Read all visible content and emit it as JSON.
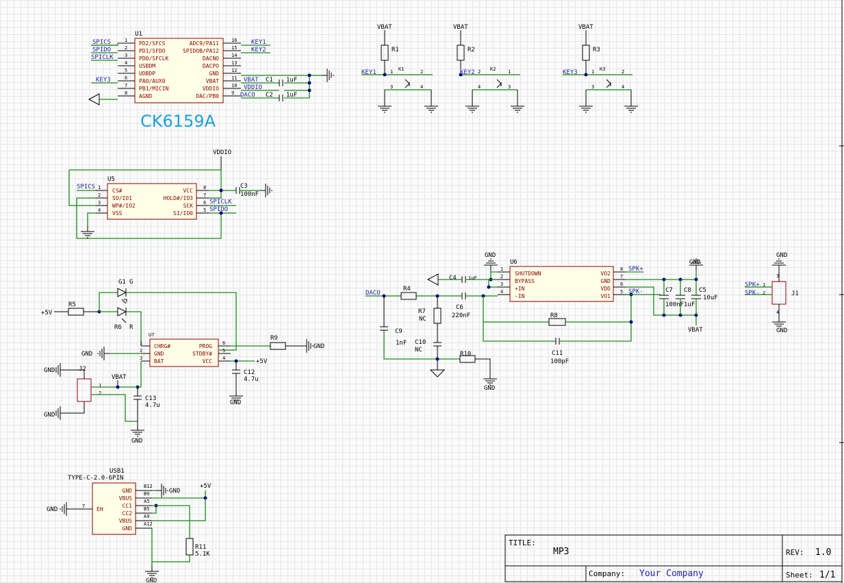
{
  "u1": {
    "ref": "U1",
    "part_label": "CK6159A",
    "left_pins": [
      {
        "num": "1",
        "name": "PD2/SFCS"
      },
      {
        "num": "2",
        "name": "PD1/SFDO"
      },
      {
        "num": "3",
        "name": "PD0/SFCLK"
      },
      {
        "num": "4",
        "name": "USBDM"
      },
      {
        "num": "5",
        "name": "UDBDP"
      },
      {
        "num": "6",
        "name": "PA0/AUX0"
      },
      {
        "num": "7",
        "name": "PB1/MICIN"
      },
      {
        "num": "8",
        "name": "AGND"
      }
    ],
    "right_pins": [
      {
        "num": "16",
        "name": "ADC9/PA11"
      },
      {
        "num": "15",
        "name": "SPIDOB/PA12"
      },
      {
        "num": "14",
        "name": "DACNO"
      },
      {
        "num": "13",
        "name": "DACPO"
      },
      {
        "num": "12",
        "name": "GND"
      },
      {
        "num": "11",
        "name": "VBAT"
      },
      {
        "num": "10",
        "name": "VDDIO"
      },
      {
        "num": "9",
        "name": "DAC/PB0"
      }
    ],
    "left_nets": [
      "SPICS",
      "SPIDO",
      "SPICLK",
      "KEY3"
    ],
    "right_nets": [
      "KEY1",
      "KEY2",
      "VBAT",
      "VDDIO",
      "DACO"
    ],
    "c1": {
      "ref": "C1",
      "value": "1uF"
    },
    "c2": {
      "ref": "C2",
      "value": "1uF"
    }
  },
  "keys": [
    {
      "net": "VBAT",
      "res": "R1",
      "sw": "K1",
      "key": "KEY1",
      "p1": "1",
      "p2": "2",
      "p3": "3",
      "p4": "4"
    },
    {
      "net": "VBAT",
      "res": "R2",
      "sw": "K2",
      "key": "KEY2",
      "p1": "2",
      "p2": "1",
      "p3": "4",
      "p4": "3"
    },
    {
      "net": "VBAT",
      "res": "R3",
      "sw": "K3",
      "key": "KEY3",
      "p1": "1",
      "p2": "2",
      "p3": "3",
      "p4": "4"
    }
  ],
  "u5": {
    "ref": "U5",
    "vddio": "VDDIO",
    "left_pins": [
      {
        "num": "1",
        "name": "CS#"
      },
      {
        "num": "2",
        "name": "SO/IO1"
      },
      {
        "num": "3",
        "name": "WP#/IO2"
      },
      {
        "num": "4",
        "name": "VSS"
      }
    ],
    "right_pins": [
      {
        "num": "8",
        "name": "VCC"
      },
      {
        "num": "7",
        "name": "HOLD#/IO3"
      },
      {
        "num": "6",
        "name": "SCK"
      },
      {
        "num": "5",
        "name": "SI/IO0"
      }
    ],
    "nets": {
      "cs": "SPICS",
      "clk": "SPICLK",
      "do": "SPIDO"
    },
    "c3": {
      "ref": "C3",
      "value": "100nF"
    }
  },
  "charger": {
    "g1": "G1",
    "g": "G",
    "r6": "R6",
    "r": "R",
    "r5": "R5",
    "p5v": "+5V",
    "u7": "U7",
    "left_pins": [
      {
        "num": "1",
        "name": "CHRG#"
      },
      {
        "num": "2",
        "name": "GND"
      },
      {
        "num": "3",
        "name": "BAT"
      }
    ],
    "right_pins": [
      {
        "num": "6",
        "name": "PROG"
      },
      {
        "num": "5",
        "name": "STDBY#"
      },
      {
        "num": "4",
        "name": "VCC"
      }
    ],
    "r9": "R9",
    "gnd": "GND",
    "c12": {
      "ref": "C12",
      "value": "4.7u"
    },
    "c13": {
      "ref": "C13",
      "value": "4.7u"
    },
    "j2": "J2",
    "vbat": "VBAT",
    "p5v_right": "+5V"
  },
  "amp": {
    "u6": "U6",
    "left_pins": [
      {
        "num": "1",
        "name": "SHUTDOWN"
      },
      {
        "num": "2",
        "name": "BYPASS"
      },
      {
        "num": "3",
        "name": "+IN"
      },
      {
        "num": "4",
        "name": "-IN"
      }
    ],
    "right_pins": [
      {
        "num": "8",
        "name": "VO2"
      },
      {
        "num": "7",
        "name": "GND"
      },
      {
        "num": "6",
        "name": "VDD"
      },
      {
        "num": "5",
        "name": "VO1"
      }
    ],
    "daco": "DACO",
    "r4": "R4",
    "r7": {
      "ref": "R7",
      "value": "NC"
    },
    "c4": {
      "ref": "C4",
      "value": "1uF"
    },
    "c6": {
      "ref": "C6",
      "value": "220nF"
    },
    "c9": {
      "ref": "C9",
      "value": "1nF"
    },
    "c10": {
      "ref": "C10",
      "value": "NC"
    },
    "r10": "R10",
    "r8": "R8",
    "c11": {
      "ref": "C11",
      "value": "100pF"
    },
    "c7": {
      "ref": "C7",
      "value": "100nF"
    },
    "c8": {
      "ref": "C8",
      "value": "1uF"
    },
    "c5": {
      "ref": "C5",
      "value": "10uF"
    },
    "spk_p": "SPK+",
    "spk_n": "SPK-",
    "vbat": "VBAT",
    "gnd": "GND"
  },
  "j1": {
    "ref": "J1",
    "spk_p": "SPK+",
    "spk_n": "SPK-",
    "pin1": "1",
    "pin2": "2",
    "pin3": "3",
    "pin4": "4",
    "gnd": "GND"
  },
  "usb": {
    "ref": "USB1",
    "part": "TYPE-C-2.0-6PIN",
    "pins": [
      {
        "num": "B12",
        "name": "GND"
      },
      {
        "num": "B9",
        "name": "VBUS"
      },
      {
        "num": "A5",
        "name": "CC1"
      },
      {
        "num": "B5",
        "name": "CC2"
      },
      {
        "num": "A9",
        "name": "VBUS"
      },
      {
        "num": "A12",
        "name": "GND"
      }
    ],
    "eh": "EH",
    "eh_num": "7",
    "gnd": "GND",
    "p5v": "+5V",
    "r11": {
      "ref": "R11",
      "value": "5.1K"
    }
  },
  "title_block": {
    "title_label": "TITLE:",
    "title": "MP3",
    "rev_label": "REV:",
    "rev": "1.0",
    "company_label": "Company:",
    "company": "Your Company",
    "sheet_label": "Sheet:",
    "sheet": "1/1"
  },
  "colors": {
    "wire": "#1a8a1a",
    "pin_text": "#8b0000",
    "net_text": "#1f1fa8",
    "body_fill": "#ffffe8",
    "accent": "#1ea0dc"
  }
}
